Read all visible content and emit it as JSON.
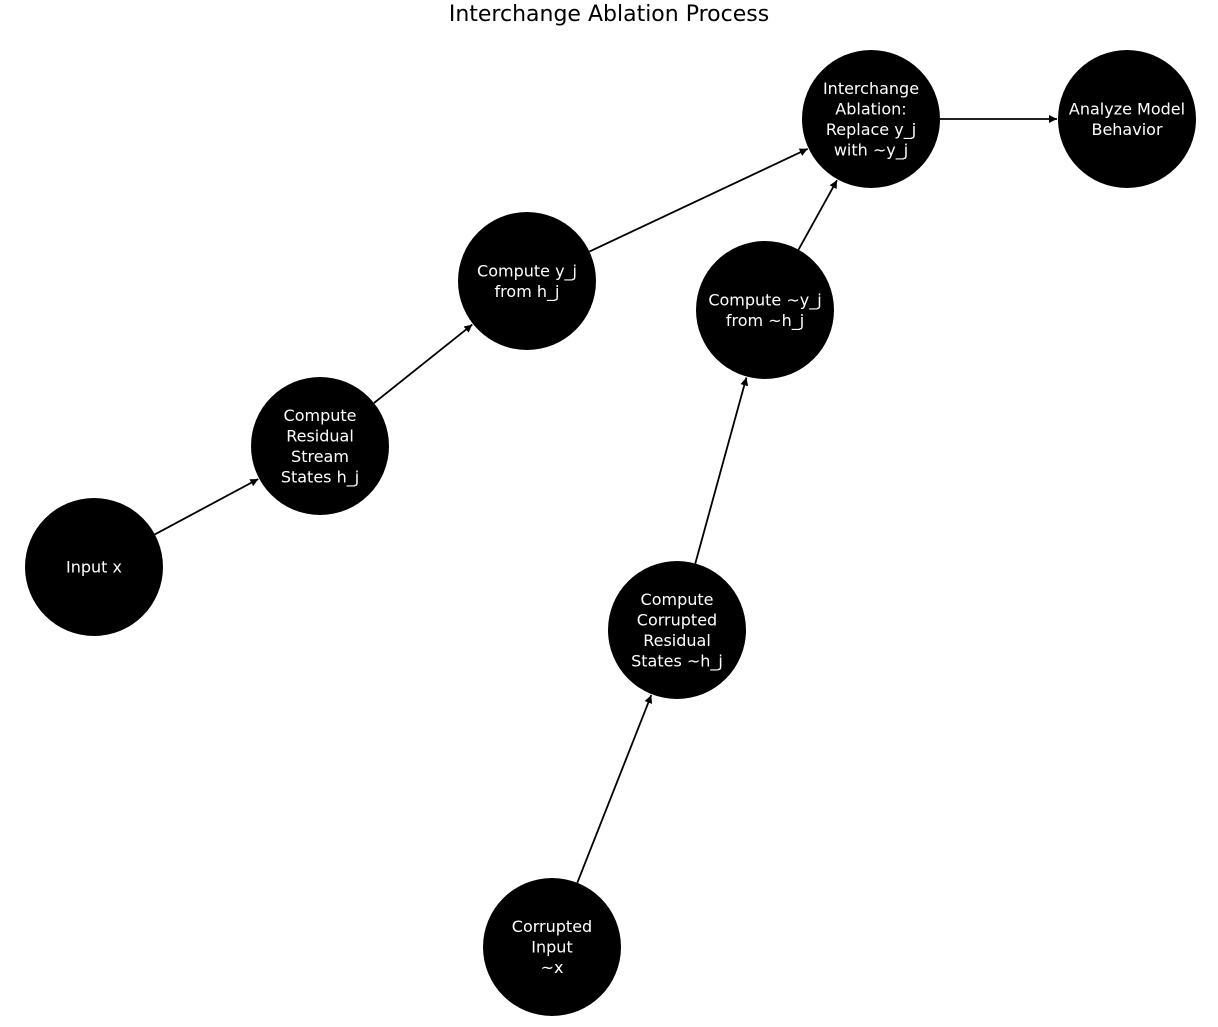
{
  "diagram": {
    "title": "Interchange Ablation Process",
    "colors": {
      "node_fill": "#000000",
      "node_text": "#ffffff",
      "edge": "#000000",
      "background": "#ffffff"
    },
    "nodes": [
      {
        "id": "input-x",
        "lines": [
          "Input x"
        ]
      },
      {
        "id": "compute-residual",
        "lines": [
          "Compute",
          "Residual",
          "Stream",
          "States h_j"
        ]
      },
      {
        "id": "compute-yj",
        "lines": [
          "Compute y_j",
          "from h_j"
        ]
      },
      {
        "id": "interchange-ablation",
        "lines": [
          "Interchange",
          "Ablation:",
          "Replace y_j",
          "with ~y_j"
        ]
      },
      {
        "id": "analyze-model",
        "lines": [
          "Analyze Model",
          "Behavior"
        ]
      },
      {
        "id": "compute-corrupted-yj",
        "lines": [
          "Compute ~y_j",
          "from ~h_j"
        ]
      },
      {
        "id": "compute-corrupted-residual",
        "lines": [
          "Compute",
          "Corrupted",
          "Residual",
          "States ~h_j"
        ]
      },
      {
        "id": "corrupted-input",
        "lines": [
          "Corrupted",
          "Input",
          "~x"
        ]
      }
    ],
    "edges": [
      {
        "from": "input-x",
        "to": "compute-residual"
      },
      {
        "from": "compute-residual",
        "to": "compute-yj"
      },
      {
        "from": "compute-yj",
        "to": "interchange-ablation"
      },
      {
        "from": "interchange-ablation",
        "to": "analyze-model"
      },
      {
        "from": "corrupted-input",
        "to": "compute-corrupted-residual"
      },
      {
        "from": "compute-corrupted-residual",
        "to": "compute-corrupted-yj"
      },
      {
        "from": "compute-corrupted-yj",
        "to": "interchange-ablation"
      }
    ]
  }
}
